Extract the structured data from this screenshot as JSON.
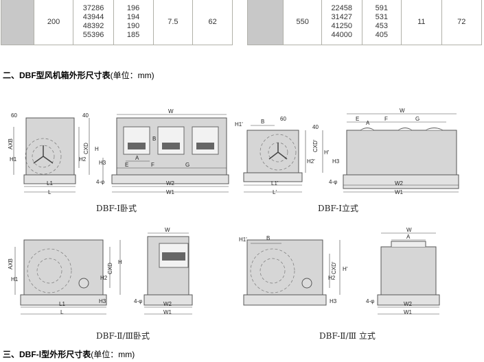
{
  "table_left": {
    "model_cell": "",
    "col1": "200",
    "airflow": [
      "37286",
      "43944",
      "48392",
      "55396"
    ],
    "pressure": [
      "196",
      "194",
      "190",
      "185"
    ],
    "power": "7.5",
    "noise": "62"
  },
  "table_right": {
    "model_cell": "",
    "col1": "550",
    "airflow": [
      "22458",
      "31427",
      "41250",
      "44000"
    ],
    "pressure": [
      "591",
      "531",
      "453",
      "405"
    ],
    "power": "11",
    "noise": "72"
  },
  "section2": {
    "title": "二、DBF型风机箱外形尺寸表",
    "unit": "(单位：mm)"
  },
  "section3": {
    "title": "三、DBF-Ⅰ型外形尺寸表",
    "unit": "(单位：mm)"
  },
  "captions": [
    "DBF-Ⅰ卧式",
    "DBF-Ⅰ立式",
    "DBF-Ⅱ/Ⅲ卧式",
    "DBF-Ⅱ/Ⅲ 立式"
  ],
  "labels": {
    "d1": [
      "60",
      "40",
      "AXB",
      "H1",
      "H2",
      "CXD",
      "H",
      "L1",
      "L",
      "W",
      "B",
      "A",
      "E",
      "F",
      "G",
      "H3",
      "4-φ",
      "W2",
      "W1"
    ],
    "d2": [
      "H1'",
      "B",
      "60",
      "40",
      "CXD'",
      "H2'",
      "H'",
      "H3",
      "4-φ",
      "L1'",
      "L'",
      "W",
      "E",
      "A",
      "F",
      "G",
      "W2",
      "W1"
    ],
    "d3": [
      "AXB",
      "H1",
      "H2",
      "CXD",
      "H",
      "H3",
      "L1",
      "L",
      "W",
      "4-φ",
      "W2",
      "W1"
    ],
    "d4": [
      "H1'",
      "B",
      "H2",
      "CXD'",
      "H'",
      "H3",
      "W",
      "A",
      "4-φ",
      "W2",
      "W1"
    ]
  }
}
